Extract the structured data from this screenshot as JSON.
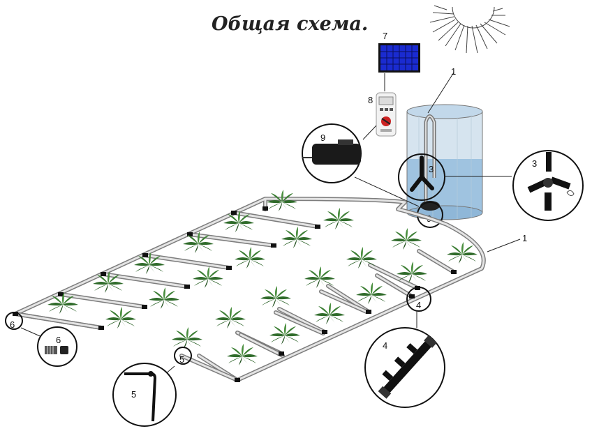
{
  "title": "Общая схема.",
  "labels": {
    "solar_panel": "7",
    "controller": "8",
    "pump": "9",
    "pump_small": "9",
    "pipe_top": "1",
    "pipe_right": "1",
    "tee": "3",
    "tee_detail": "3",
    "connector": "4",
    "connector_detail": "4",
    "dripper": "5",
    "dripper_detail": "5",
    "end_plug": "6",
    "end_plug_detail": "6"
  },
  "colors": {
    "pipe": "#7d7d7d",
    "plant": "#2f6b2a",
    "water": "#9fc3e0",
    "panel": "#1a2bd0"
  }
}
